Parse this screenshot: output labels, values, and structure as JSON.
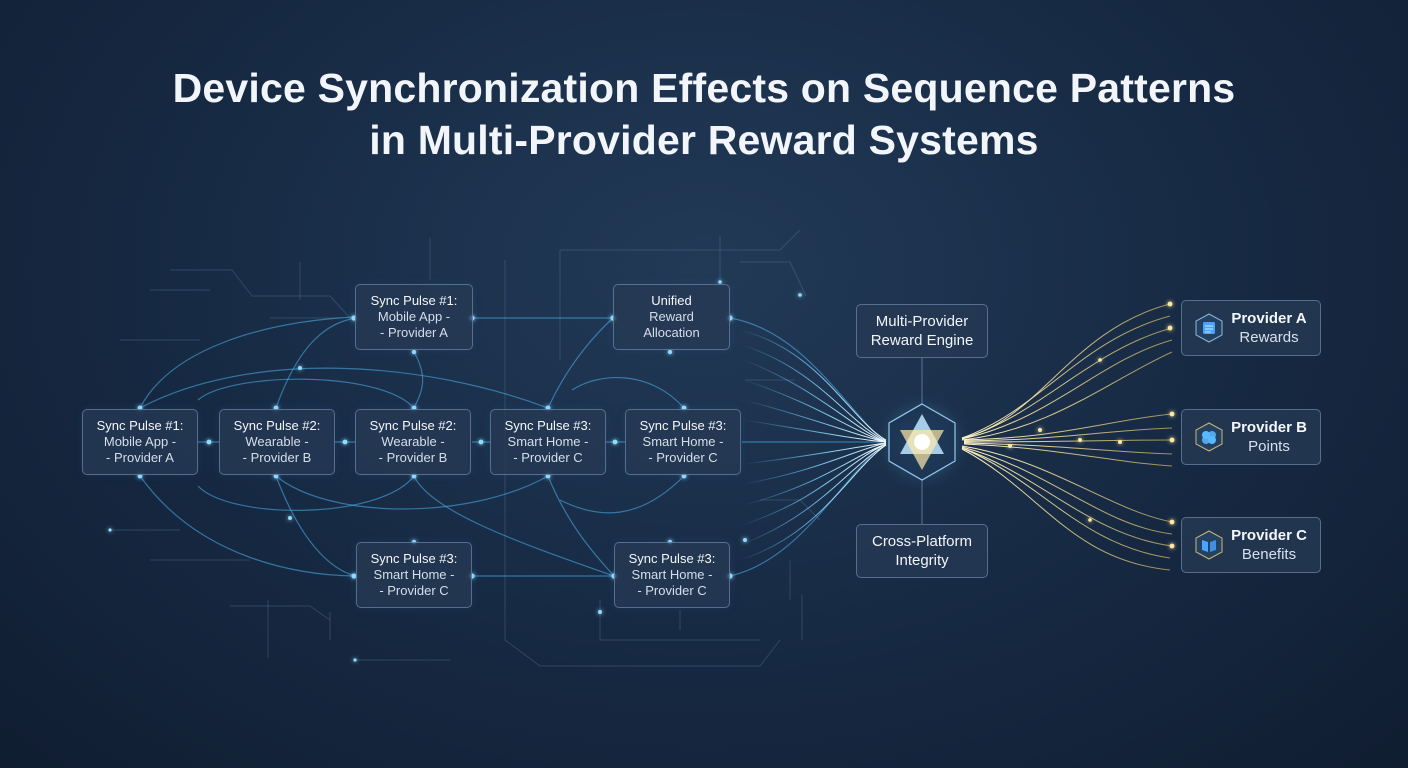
{
  "title": {
    "line1": "Device Synchronization Effects on Sequence Patterns",
    "line2": "in Multi-Provider Reward Systems"
  },
  "nodes": {
    "top_left": {
      "line1": "Sync Pulse #1:",
      "line2": "Mobile App -",
      "line3": "- Provider A"
    },
    "top_right": {
      "line1": "Unified",
      "line2": "Reward",
      "line3": "Allocation"
    },
    "mid_1": {
      "line1": "Sync Pulse #1:",
      "line2": "Mobile App -",
      "line3": "- Provider A"
    },
    "mid_2": {
      "line1": "Sync Pulse #2:",
      "line2": "Wearable -",
      "line3": "- Provider B"
    },
    "mid_3": {
      "line1": "Sync Pulse #2:",
      "line2": "Wearable -",
      "line3": "- Provider B"
    },
    "mid_4": {
      "line1": "Sync Pulse #3:",
      "line2": "Smart Home -",
      "line3": "- Provider C"
    },
    "mid_5": {
      "line1": "Sync Pulse #3:",
      "line2": "Smart Home -",
      "line3": "- Provider C"
    },
    "bottom_left": {
      "line1": "Sync Pulse #3:",
      "line2": "Smart Home -",
      "line3": "- Provider C"
    },
    "bottom_right": {
      "line1": "Sync Pulse #3:",
      "line2": "Smart Home -",
      "line3": "- Provider C"
    }
  },
  "engine": {
    "line1": "Multi-Provider",
    "line2": "Reward Engine"
  },
  "integrity": {
    "line1": "Cross-Platform",
    "line2": "Integrity"
  },
  "providers": [
    {
      "name": "Provider A",
      "sub": "Rewards",
      "icon": "document-icon",
      "color": "#4aa3ff"
    },
    {
      "name": "Provider B",
      "sub": "Points",
      "icon": "coins-icon",
      "color": "#5ab8ff"
    },
    {
      "name": "Provider C",
      "sub": "Benefits",
      "icon": "book-icon",
      "color": "#4aa3ff"
    }
  ],
  "colors": {
    "accent_blue": "#5cc4ff",
    "accent_gold": "#f5d36b",
    "background": "#182c46"
  }
}
